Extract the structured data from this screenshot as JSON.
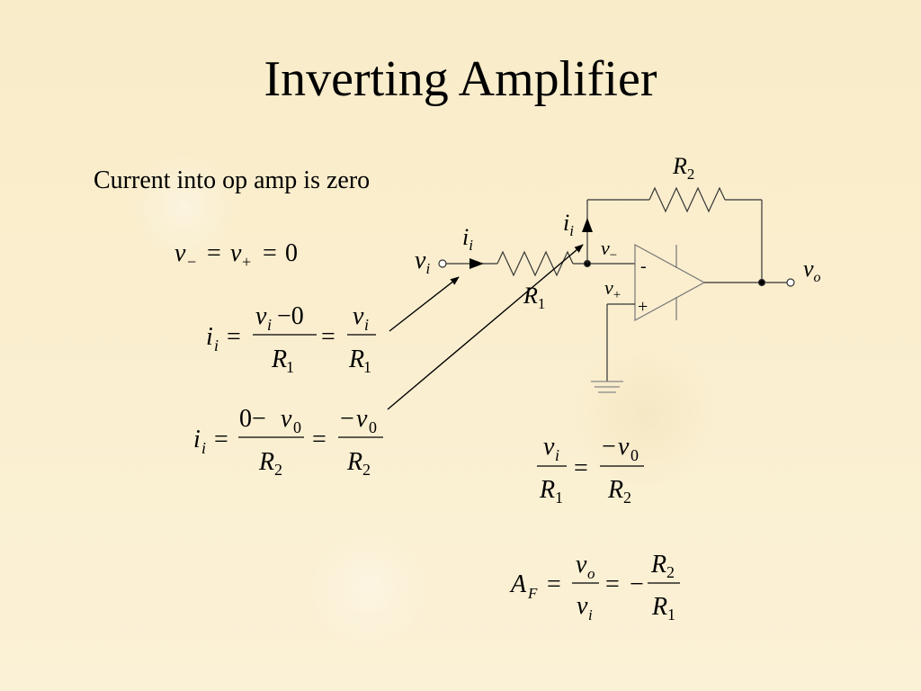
{
  "slide": {
    "title": "Inverting Amplifier",
    "subtitle": "Current into op amp is zero"
  },
  "circuit": {
    "labels": {
      "r2_main": "R",
      "r2_sub": "2",
      "r1_main": "R",
      "r1_sub": "1",
      "ii_left_main": "i",
      "ii_left_sub": "i",
      "ii_top_main": "i",
      "ii_top_sub": "i",
      "vi_main": "v",
      "vi_sub": "i",
      "vo_main": "v",
      "vo_sub": "o",
      "vminus_main": "v",
      "vminus_sub": "−",
      "vplus_main": "v",
      "vplus_sub": "+",
      "opamp_minus": "-",
      "opamp_plus": "+"
    }
  },
  "equations": {
    "eq1": {
      "l_v": "v",
      "l_sub": "−",
      "eq1": "=",
      "m_v": "v",
      "m_sub": "+",
      "eq2": "=",
      "r": "0"
    },
    "eq2": {
      "lhs": "i",
      "lhs_sub": "i",
      "eq": "=",
      "f1_num_v": "v",
      "f1_num_sub": "i",
      "f1_num_rest": "−0",
      "f1_den": "R",
      "f1_den_sub": "1",
      "eq2": "=",
      "f2_num_v": "v",
      "f2_num_sub": "i",
      "f2_den": "R",
      "f2_den_sub": "1"
    },
    "eq3": {
      "lhs": "i",
      "lhs_sub": "i",
      "eq": "=",
      "f1_num_pre": "0−",
      "f1_num_v": "v",
      "f1_num_sub": "0",
      "f1_den": "R",
      "f1_den_sub": "2",
      "eq2": "=",
      "f2_num_pre": "−",
      "f2_num_v": "v",
      "f2_num_sub": "0",
      "f2_den": "R",
      "f2_den_sub": "2"
    },
    "eq4": {
      "f1_num_v": "v",
      "f1_num_sub": "i",
      "f1_den": "R",
      "f1_den_sub": "1",
      "eq": "=",
      "f2_num_pre": "−",
      "f2_num_v": "v",
      "f2_num_sub": "0",
      "f2_den": "R",
      "f2_den_sub": "2"
    },
    "eq5": {
      "lhs": "A",
      "lhs_sub": "F",
      "eq": "=",
      "f1_num_v": "v",
      "f1_num_sub": "o",
      "f1_den_v": "v",
      "f1_den_sub": "i",
      "eq2": "=",
      "neg": "−",
      "f2_num": "R",
      "f2_num_sub": "2",
      "f2_den": "R",
      "f2_den_sub": "1"
    }
  }
}
